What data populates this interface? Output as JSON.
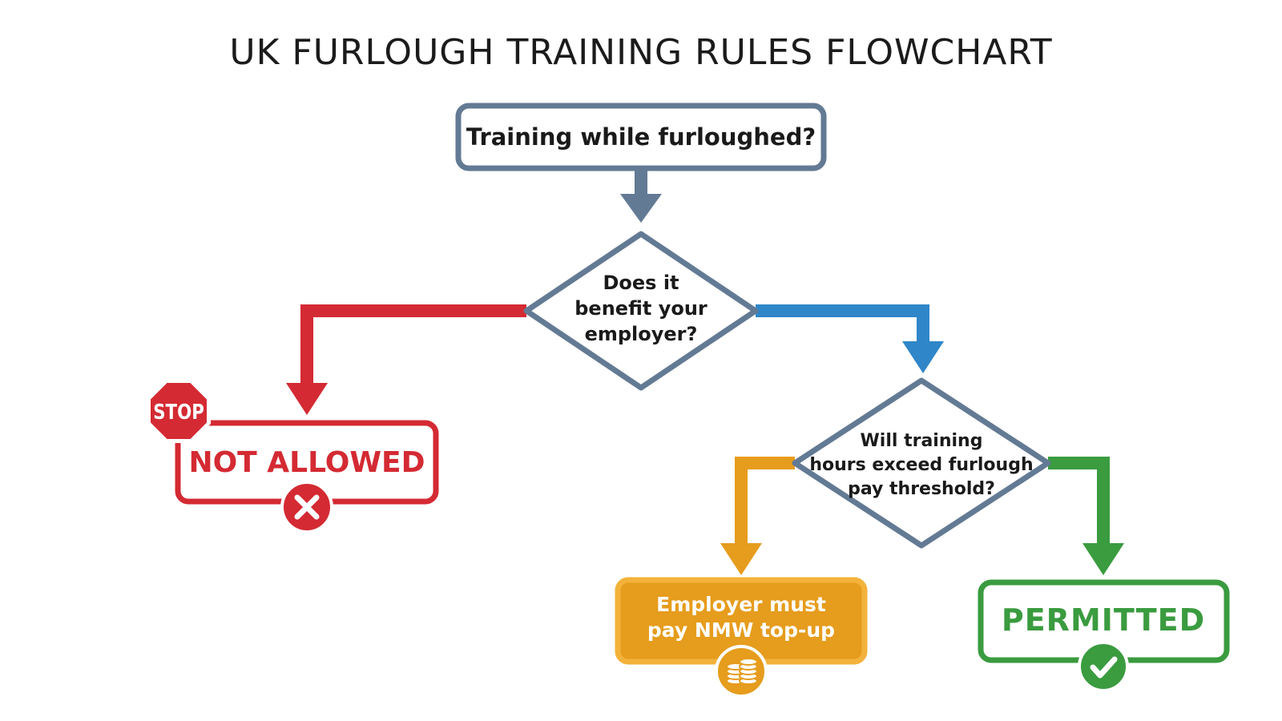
{
  "title": "UK FURLOUGH TRAINING RULES FLOWCHART",
  "start": {
    "label": "Training while furloughed?"
  },
  "question1": {
    "lines": [
      "Does it",
      "benefit your",
      "employer?"
    ]
  },
  "question2": {
    "lines": [
      "Will training",
      "hours exceed furlough",
      "pay threshold?"
    ]
  },
  "outcome_not_allowed": {
    "label": "NOT ALLOWED",
    "sign_label": "STOP"
  },
  "outcome_topup": {
    "lines": [
      "Employer must",
      "pay NMW top-up"
    ]
  },
  "outcome_permitted": {
    "label": "PERMITTED"
  },
  "colors": {
    "node_border": "#637a94",
    "red": "#d42a33",
    "blue": "#2f86c8",
    "orange": "#e69c1c",
    "green": "#3a9b3f",
    "title_text": "#1b1b1b"
  },
  "icons": {
    "stop": "stop-sign-icon",
    "cross": "cross-circle-icon",
    "coins": "coin-stack-icon",
    "check": "check-circle-icon"
  }
}
